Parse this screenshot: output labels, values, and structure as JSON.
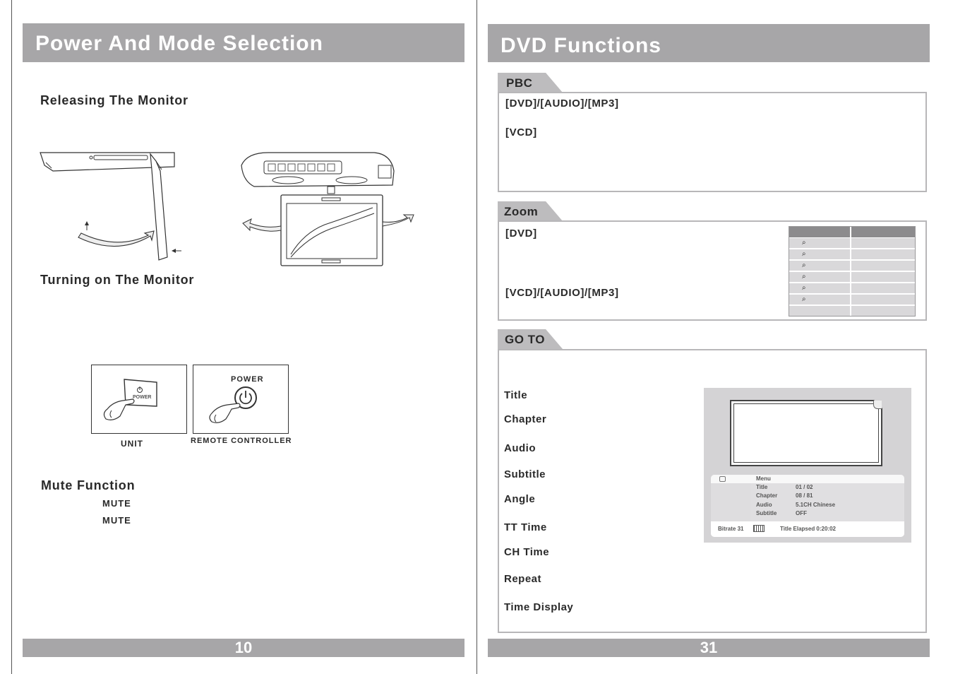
{
  "left_page": {
    "banner_title": "Power And Mode Selection",
    "section_release": "Releasing The Monitor",
    "section_turning_on": "Turning on The Monitor",
    "unit_caption": "UNIT",
    "remote_caption": "REMOTE CONTROLLER",
    "remote_power_label": "POWER",
    "unit_power_label": "POWER",
    "section_mute": "Mute Function",
    "mute_line_1": "MUTE",
    "mute_line_2": "MUTE",
    "page_number": "10"
  },
  "right_page": {
    "banner_title": "DVD Functions",
    "pbc": {
      "tab": "PBC",
      "line_1": "[DVD]/[AUDIO]/[MP3]",
      "line_2": "[VCD]"
    },
    "zoom": {
      "tab": "Zoom",
      "line_1": "[DVD]",
      "line_2": "[VCD]/[AUDIO]/[MP3]"
    },
    "goto": {
      "tab": "GO TO",
      "items": [
        "Title",
        "Chapter",
        "Audio",
        "Subtitle",
        "Angle",
        "TT Time",
        "CH Time",
        "Repeat",
        "Time Display"
      ],
      "osd": {
        "menu": "Menu",
        "rows": [
          {
            "label": "Title",
            "value": "01 / 02"
          },
          {
            "label": "Chapter",
            "value": "08 / 81"
          },
          {
            "label": "Audio",
            "value": "5.1CH Chinese"
          },
          {
            "label": "Subtitle",
            "value": "OFF"
          }
        ],
        "bitrate": "Bitrate 31",
        "elapsed": "Title Elapsed 0:20:02"
      }
    },
    "page_number": "31"
  },
  "colors": {
    "banner": "#a7a6a8",
    "tab": "#bdbcbe",
    "box_border": "#b8b7b9"
  }
}
